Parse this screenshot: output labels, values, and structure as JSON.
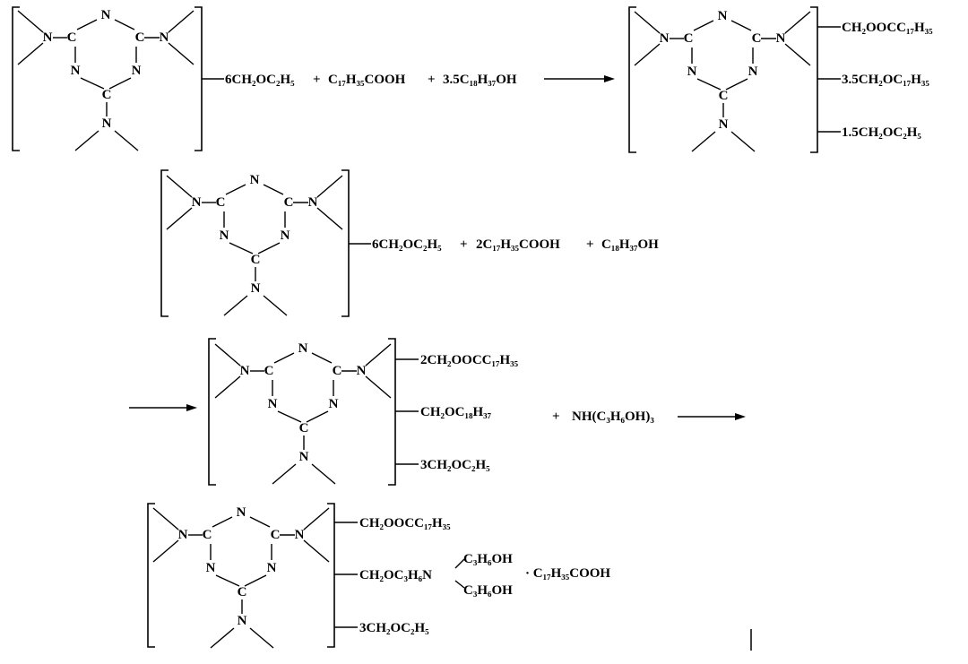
{
  "molecule": {
    "ring_n": "N",
    "ring_c": "C",
    "amine_n": "N"
  },
  "scheme": {
    "row1": {
      "reactant_substituent": "6CH₂OC₂H₅",
      "reagents": [
        "C₁₇H₃₅COOH",
        "3.5C₁₈H₃₇OH"
      ],
      "plus": "+",
      "product_substituents": [
        "CH₂OOCC₁₇H₃₅",
        "3.5CH₂OC₁₇H₃₅",
        "1.5CH₂OC₂H₅"
      ]
    },
    "row2": {
      "reactant_substituent": "6CH₂OC₂H₅",
      "reagents": [
        "2C₁₇H₃₅COOH",
        "C₁₈H₃₇OH"
      ],
      "plus": "+"
    },
    "row3": {
      "intermediate_substituents": [
        "2CH₂OOCC₁₇H₃₅",
        "CH₂OC₁₈H₃₇",
        "3CH₂OC₂H₅"
      ],
      "reagent": "NH(C₃H₆OH)₃",
      "plus": "+"
    },
    "row4": {
      "product_substituents": [
        "CH₂OOCC₁₇H₃₅",
        "CH₂OC₃H₆N",
        "3CH₂OC₂H₅"
      ],
      "amine_branches": [
        "C₃H₆OH",
        "C₃H₆OH"
      ],
      "salt": "· C₁₇H₃₅COOH"
    }
  }
}
